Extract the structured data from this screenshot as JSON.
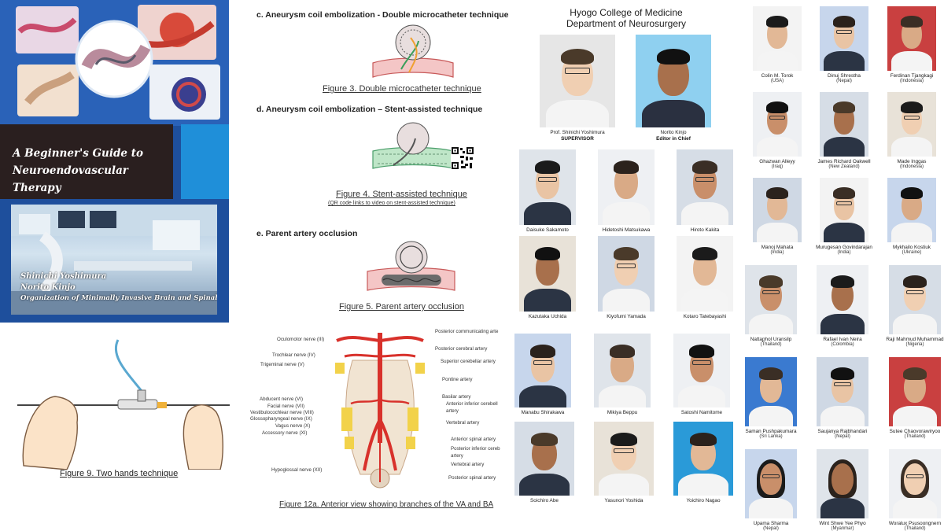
{
  "cover": {
    "title_line1": "A Beginner's Guide to",
    "title_line2": "Neuroendovascular Therapy",
    "author1": "Shinichi Yoshimura",
    "author2": "Norito Kinjo",
    "organization": "Organization of Minimally Invasive Brain and Spinal Surgery"
  },
  "hands_figure": {
    "caption": "Figure 9. Two hands technique"
  },
  "sections": {
    "c_title": "c. Aneurysm coil embolization - Double microcatheter technique",
    "fig3_caption": "Figure 3. Double microcatheter technique",
    "d_title": "d. Aneurysm coil embolization – Stent-assisted technique",
    "fig4_caption": "Figure 4. Stent-assisted technique",
    "fig4_sub": "(QR code links to video on stent-assisted technique)",
    "e_title": "e. Parent artery occlusion",
    "fig5_caption": "Figure 5. Parent artery occlusion"
  },
  "anatomy": {
    "caption": "Figure 12a. Anterior view showing branches of the VA and BA",
    "left_labels": [
      "Oculomotor nerve (III)",
      "Trochlear nerve (IV)",
      "Trigeminal nerve (V)",
      "Abducent nerve (VI)",
      "Facial nerve (VII)",
      "Vestibulocochlear nerve (VIII)",
      "Glossopharyngeal nerve (IX)",
      "Vagus nerve (X)",
      "Accessory nerve (XI)",
      "Hypoglossal nerve (XII)"
    ],
    "right_labels": [
      "Posterior communicating arte",
      "Posterior cerebral artery",
      "Superior cerebellar artery",
      "Pontine artery",
      "Basilar artery",
      "Anterior inferior cerebell",
      "artery",
      "Vertebral artery",
      "Anterior spinal artery",
      "Posterior inferior cereb",
      "artery",
      "Vertebral artery",
      "Posterior spinal artery"
    ]
  },
  "department": {
    "line1": "Hyogo College of Medicine",
    "line2": "Department of Neurosurgery"
  },
  "leaders": [
    {
      "name": "Prof. Shinichi Yoshimura",
      "role": "SUPERVISOR"
    },
    {
      "name": "Norito Kinjo",
      "role": "Editor in Chief"
    }
  ],
  "staff": [
    "Daisuke Sakamoto",
    "Hidetoshi Matsukawa",
    "Hiroto Kakita",
    "Kazutaka Uchida",
    "Kiyofumi Yamada",
    "Kotaro Tatebayashi",
    "Manabu Shirakawa",
    "Mikiya Beppu",
    "Satoshi Namitome",
    "Soichiro Abe",
    "Yasunori Yoshida",
    "Yoichiro Nagao"
  ],
  "international": [
    {
      "name": "Colin M. Torok",
      "country": "(USA)"
    },
    {
      "name": "Dinuj Shrestha",
      "country": "(Nepal)"
    },
    {
      "name": "Ferdinan Tjangkagi",
      "country": "(Indonesia)"
    },
    {
      "name": "Ghazwan Alleyy",
      "country": "(Iraq)"
    },
    {
      "name": "James Richard Oakwell",
      "country": "(New Zealand)"
    },
    {
      "name": "Made Inggas",
      "country": "(Indonesia)"
    },
    {
      "name": "Manoj Mahata",
      "country": "(India)"
    },
    {
      "name": "Murugesan Govindarajan",
      "country": "(India)"
    },
    {
      "name": "Mykhailo Kostiuk",
      "country": "(Ukraine)"
    },
    {
      "name": "Nattaphol Uransilp",
      "country": "(Thailand)"
    },
    {
      "name": "Rafael Ivan Neira",
      "country": "(Colombia)"
    },
    {
      "name": "Raji Mahmud Muhammad",
      "country": "(Nigeria)"
    },
    {
      "name": "Saman Pushpakumara",
      "country": "(Sri Lanka)"
    },
    {
      "name": "Saujanya Rajbhandari",
      "country": "(Nepal)"
    },
    {
      "name": "Sutee Chaovorawiryoo",
      "country": "(Thailand)"
    },
    {
      "name": "Upama Sharma",
      "country": "(Nepal)"
    },
    {
      "name": "Wint Shwe Yee Phyo",
      "country": "(Myanmar)"
    },
    {
      "name": "Woralux Psusoongnern",
      "country": "(Thailand)"
    }
  ],
  "colors": {
    "cover_blue": "#1e4f9c",
    "cover_accent": "#1f8fd9",
    "artery_red": "#d8312b"
  }
}
